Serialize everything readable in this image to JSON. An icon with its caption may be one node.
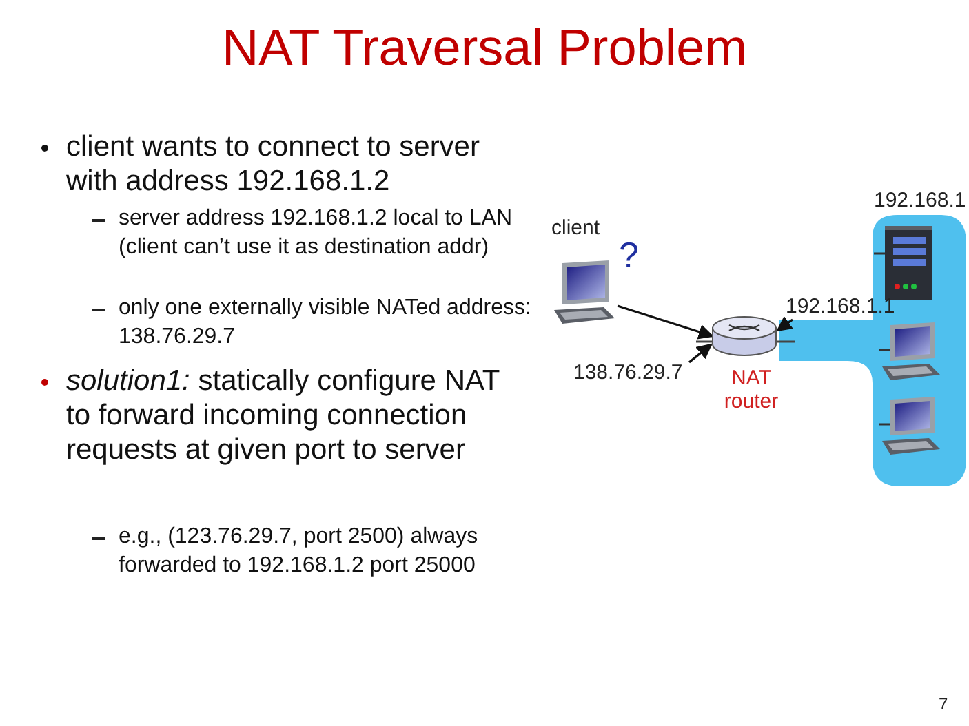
{
  "diagram": {
    "title": "NAT Traversal Problem",
    "nodes": [
      {
        "text": [
          "client"
        ]
      },
      {
        "text": [
          "NAT router"
        ]
      },
      {
        "text": [
          "138.76.29.7"
        ]
      },
      {
        "text": [
          "192.168.1.1"
        ]
      },
      {
        "text": [],
        "shape": "band"
      },
      {
        "text": [],
        "shape": "server",
        "in": 4,
        "beside": [
          "192.168.1"
        ]
      },
      {
        "text": [],
        "shape": "computer",
        "in": 4
      },
      {
        "text": [],
        "shape": "computer",
        "in": 4
      }
    ],
    "edges": [
      {
        "from": 0,
        "to": 1,
        "arrow": "to"
      },
      {
        "from": 2,
        "to": 1,
        "arrow": "to"
      },
      {
        "from": 3,
        "to": 1,
        "arrow": "to"
      }
    ],
    "labels": [
      "client wants to connect to server with address 192.168.1.2",
      "server address 192.168.1.2 local to LAN (client can’t use it as destination addr)",
      "only one externally visible NATed address: 138.76.29.7",
      "*solution1:* statically configure NAT to forward incoming connection requests at given port to server",
      "e.g., (123.76.29.7, port 2500) always forwarded to 192.168.1.2 port 25000",
      "?",
      "7"
    ]
  }
}
